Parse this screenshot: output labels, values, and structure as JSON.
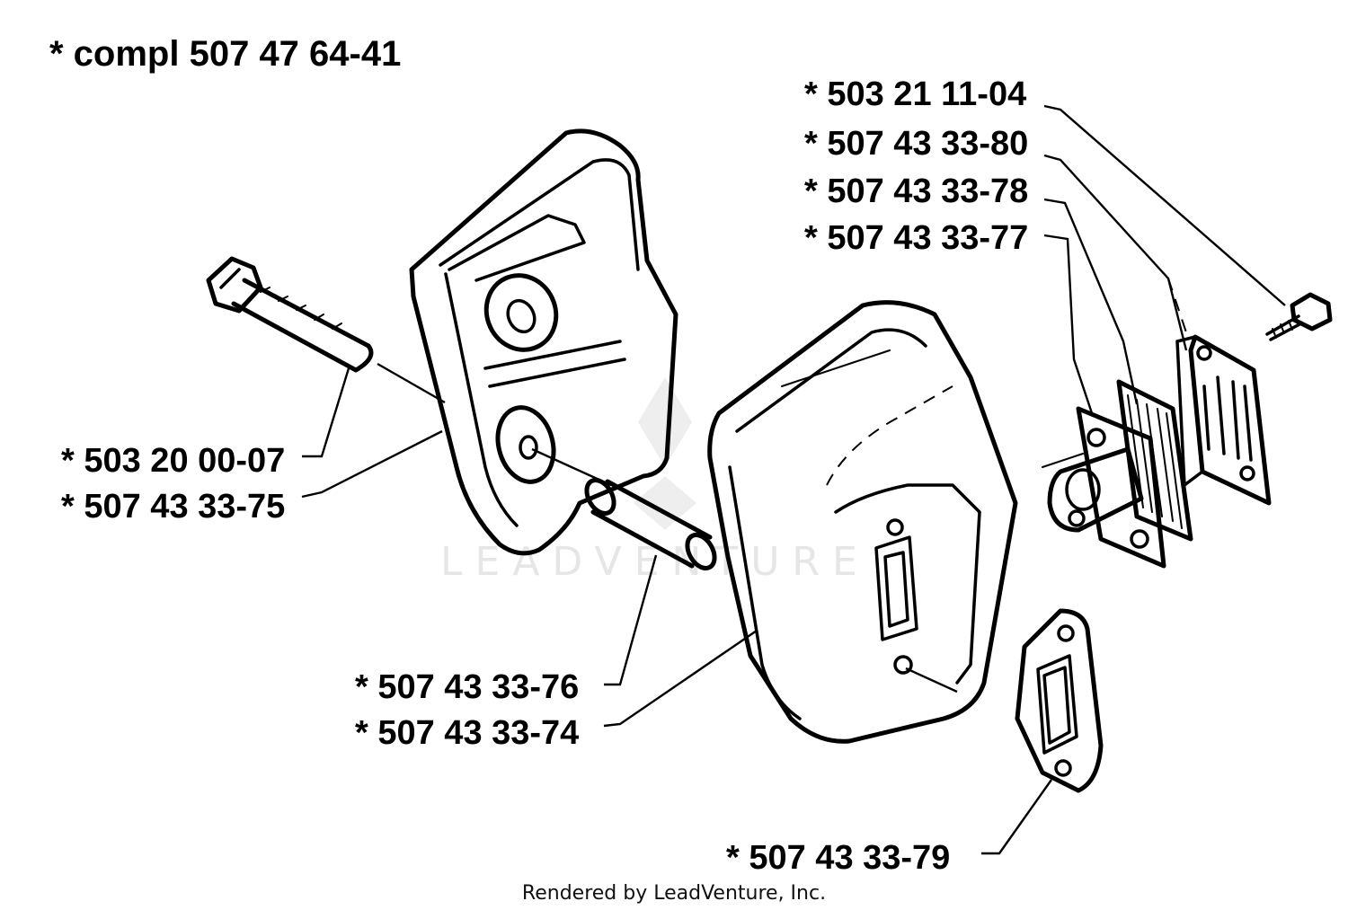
{
  "header": {
    "assembly_label": "* compl 507 47 64-41"
  },
  "callouts": {
    "bolt": "* 503 20 00-07",
    "heat_shield": "* 507 43 33-75",
    "spacer_tube": "* 507 43 33-76",
    "muffler_body": "* 507 43 33-74",
    "gasket": "* 507 43 33-79",
    "screw": "* 503 21 11-04",
    "plate_80": "* 507 43 33-80",
    "screen_78": "* 507 43 33-78",
    "deflector_77": "* 507 43 33-77"
  },
  "watermark": "LEADVENTURE",
  "footer": {
    "credit": "Rendered by LeadVenture, Inc."
  }
}
